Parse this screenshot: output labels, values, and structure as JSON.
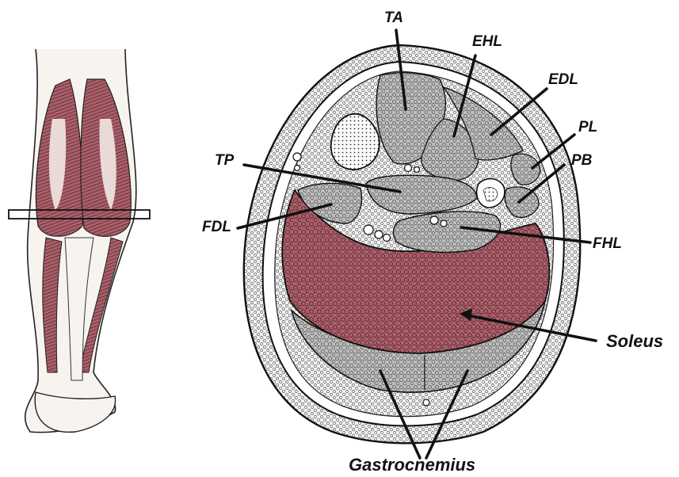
{
  "labels": {
    "ta": "TA",
    "ehl": "EHL",
    "edl": "EDL",
    "pl": "PL",
    "pb": "PB",
    "tp": "TP",
    "fdl": "FDL",
    "fhl": "FHL",
    "soleus": "Soleus",
    "gastrocnemius": "Gastrocnemius"
  },
  "colors": {
    "muscle_red": "#a8606a",
    "muscle_red_dark": "#7a2e3a",
    "muscle_gray": "#b9b9b9",
    "fat_gray": "#d4d4d4",
    "outline": "#1a1a1a"
  }
}
